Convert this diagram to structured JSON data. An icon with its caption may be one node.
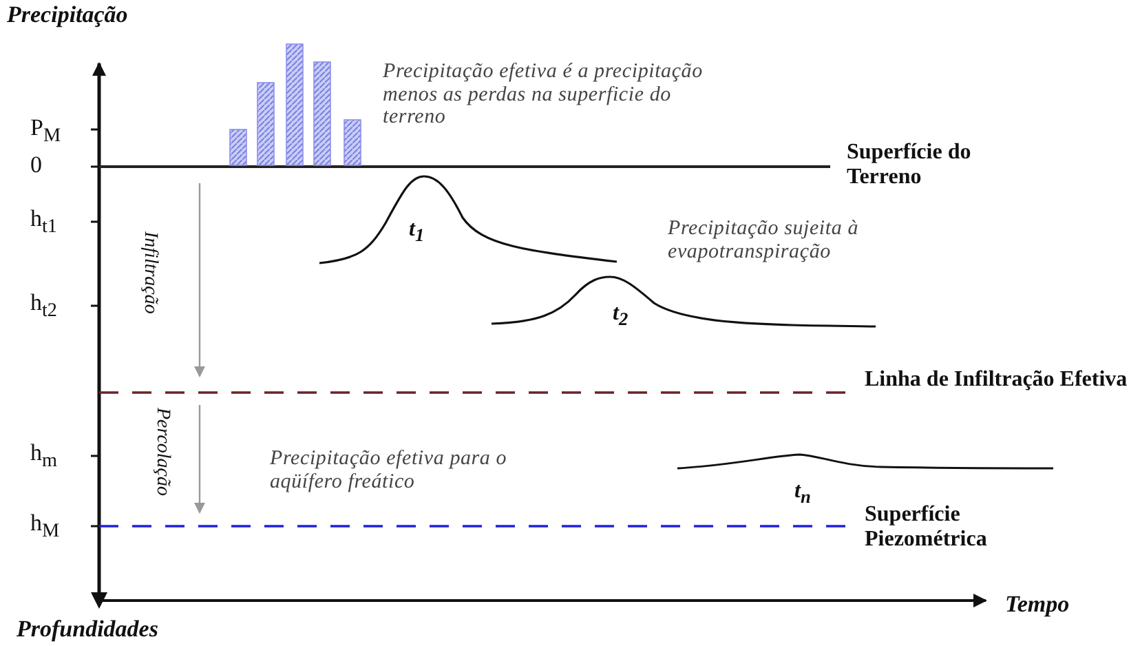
{
  "diagram": {
    "labels": [
      "Precipitação",
      "P$_{M}$",
      "Precipitação efetiva é a precipitação menos as perdas na superficie do terreno",
      "0",
      "Superfície do Terreno",
      "h$_{t1}$",
      "Infiltração",
      "t$_{1}$",
      "Precipitação sujeita à evapotranspiração",
      "h$_{t2}$",
      "t$_{2}$",
      "Linha de Infiltração Efetiva",
      "Percolação",
      "h$_{m}$",
      "Precipitação efetiva para o aqüífero freático",
      "t$_{n}$",
      "h$_{M}$",
      "Superfície Piezométrica",
      "Tempo",
      "Profundidades"
    ]
  }
}
